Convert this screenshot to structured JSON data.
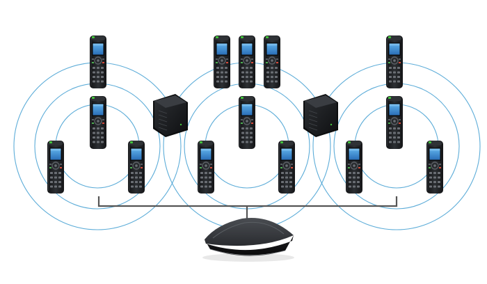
{
  "diagram": {
    "components": {
      "handset": "dect-handset",
      "repeater": "dect-repeater",
      "base_station": "dect-base-station"
    },
    "coverage_rings_per_cell": 3,
    "cells": [
      {
        "name": "cell-left",
        "handsets": 4,
        "repeater": false
      },
      {
        "name": "cell-center",
        "handsets": 6,
        "repeater": true
      },
      {
        "name": "cell-right",
        "handsets": 4,
        "repeater": true
      }
    ],
    "colors": {
      "coverage_ring": "#4aa3d4",
      "connection_line": "#555555",
      "device_body": "#1f2124",
      "device_screen": "#3a8fd6",
      "status_led": "#44c43c",
      "base_top": "#3b3e43"
    }
  }
}
